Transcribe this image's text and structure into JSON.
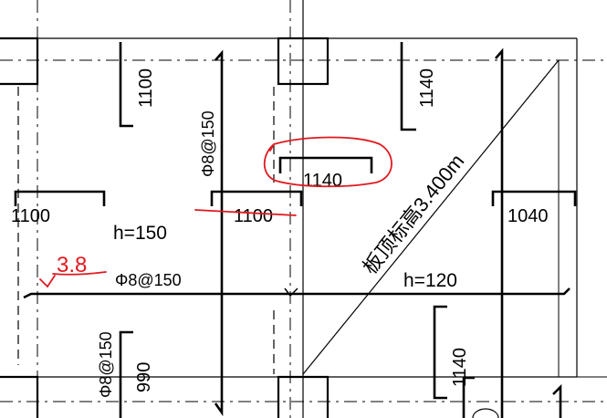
{
  "drawing": {
    "rebar_callouts": {
      "top_middle_vertical": "Φ8@150",
      "left_horizontal": "Φ8@150",
      "bottom_left_vertical": "Φ8@150"
    },
    "dimensions": {
      "top_left_bar": "1100",
      "top_right_bar": "1140",
      "center_top_bar": "1140",
      "left_mid_bar": "1100",
      "center_mid_bar": "1100",
      "right_mid_bar": "1040",
      "bottom_left_bar": "990",
      "bottom_right_bar": "1140"
    },
    "slab_thickness": {
      "left_panel": "h=150",
      "right_panel": "h=120"
    },
    "slab_elevation_note": "板顶标高3.400m",
    "markup": {
      "handwritten_value": "3.8",
      "color": "#e0191f"
    },
    "line_color": "#000000"
  }
}
